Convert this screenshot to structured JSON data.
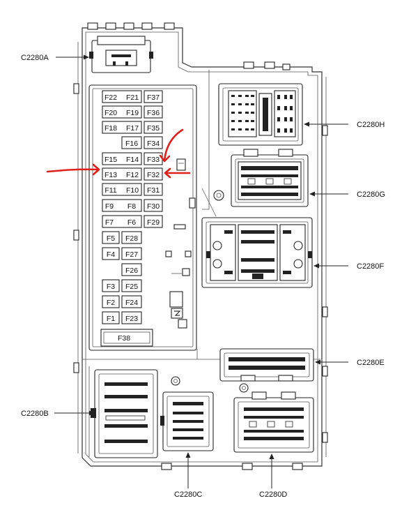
{
  "connectors": {
    "a": "C2280A",
    "b": "C2280B",
    "c": "C2280C",
    "d": "C2280D",
    "e": "C2280E",
    "f": "C2280F",
    "g": "C2280G",
    "h": "C2280H"
  },
  "fuses": {
    "f1": "F1",
    "f2": "F2",
    "f3": "F3",
    "f4": "F4",
    "f5": "F5",
    "f6": "F6",
    "f7": "F7",
    "f8": "F8",
    "f9": "F9",
    "f10": "F10",
    "f11": "F11",
    "f12": "F12",
    "f13": "F13",
    "f14": "F14",
    "f15": "F15",
    "f16": "F16",
    "f17": "F17",
    "f18": "F18",
    "f19": "F19",
    "f20": "F20",
    "f21": "F21",
    "f22": "F22",
    "f23": "F23",
    "f24": "F24",
    "f25": "F25",
    "f26": "F26",
    "f27": "F27",
    "f28": "F28",
    "f29": "F29",
    "f30": "F30",
    "f31": "F31",
    "f32": "F32",
    "f33": "F33",
    "f34": "F34",
    "f35": "F35",
    "f36": "F36",
    "f37": "F37",
    "f38": "F38"
  },
  "annotation_color": "#e0201b"
}
